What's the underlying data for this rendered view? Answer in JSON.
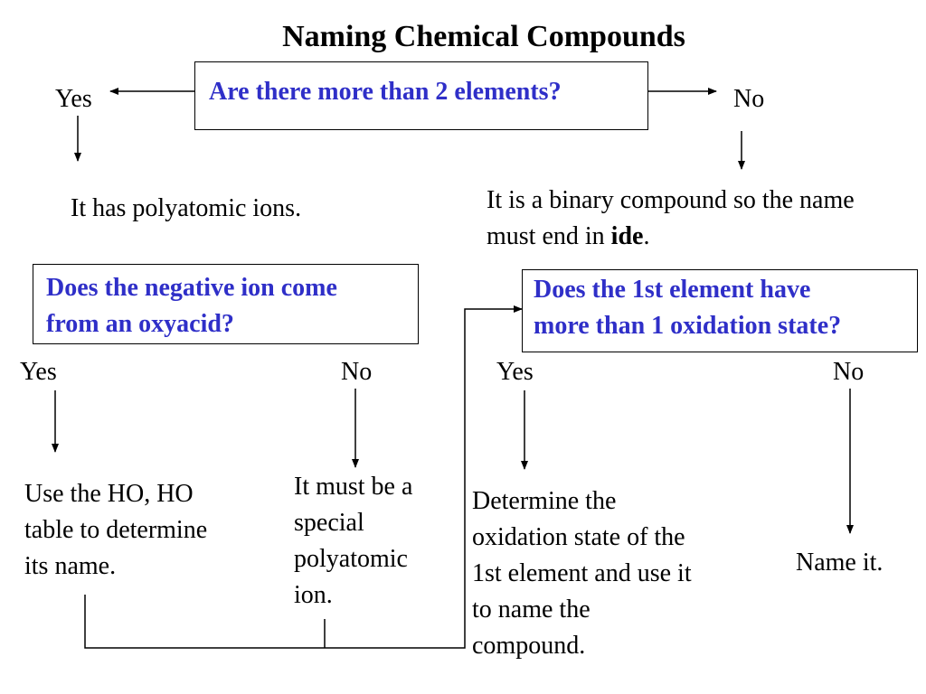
{
  "diagram": {
    "title": "Naming Chemical Compounds",
    "question_color": "#2f2fc8",
    "q1": {
      "text": "Are there more than 2 elements?",
      "yes": "Yes",
      "no": "No"
    },
    "yes_result": "It has polyatomic ions.",
    "no_result": {
      "before_bold": "It is a binary compound so the name must end in ",
      "bold": "ide",
      "after_bold": "."
    },
    "q2": {
      "line1": "Does the negative ion come",
      "line2": "from an oxyacid?",
      "yes": "Yes",
      "no": "No",
      "yes_result": [
        "Use the HO, HO",
        "table to determine",
        "its name."
      ],
      "no_result": [
        "It must be a",
        "special",
        "polyatomic",
        "ion."
      ]
    },
    "q3": {
      "line1": "Does the 1st element have",
      "line2": "more than 1 oxidation state?",
      "yes": "Yes",
      "no": "No",
      "yes_result": [
        "Determine the",
        "oxidation state of the",
        "1st element and use it",
        "to name the",
        "compound."
      ],
      "no_result": "Name it."
    }
  }
}
